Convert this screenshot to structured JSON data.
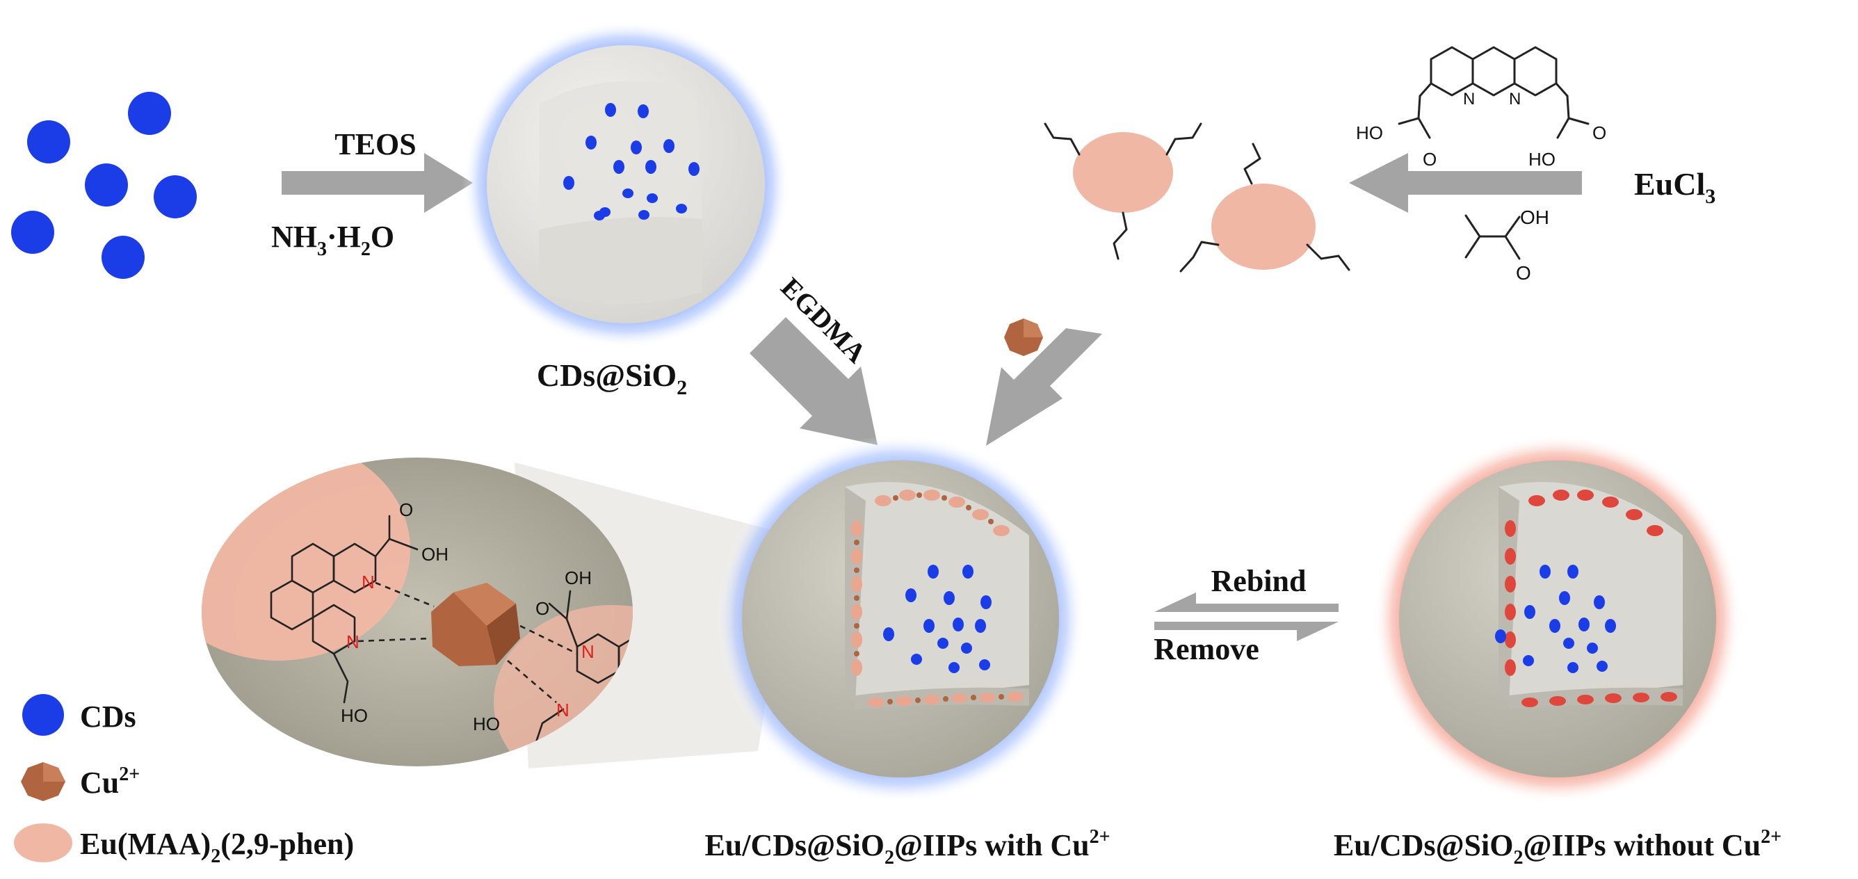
{
  "labels": {
    "teos": "TEOS",
    "nh3_a": "NH",
    "nh3_b": "3",
    "nh3_c": "·H",
    "nh3_d": "2",
    "nh3_e": "O",
    "cds_sio2_a": "CDs@SiO",
    "cds_sio2_b": "2",
    "egdma": "EGDMA",
    "eucl_a": "EuCl",
    "eucl_b": "3",
    "rebind": "Rebind",
    "remove": "Remove",
    "with_a": "Eu/CDs@SiO",
    "with_b": "2",
    "with_c": "@IIPs with Cu",
    "with_d": "2+",
    "without_a": "Eu/CDs@SiO",
    "without_b": "2",
    "without_c": "@IIPs without Cu",
    "without_d": "2+"
  },
  "legend": [
    {
      "text": "CDs",
      "sup": "",
      "sub": "",
      "tail": "",
      "color": "#1a3de8"
    },
    {
      "text": "Cu",
      "sup": "2+",
      "sub": "",
      "tail": "",
      "color": "#b0643f"
    },
    {
      "text": "Eu(MAA)",
      "sup": "",
      "sub": "2",
      "tail": "(2,9-phen)",
      "color": "#f0b7a4"
    }
  ],
  "chem_text": {
    "N": "N",
    "HO": "HO",
    "OH": "OH",
    "O": "O"
  },
  "colors": {
    "cd_blue": "#1a3de8",
    "cu_brown": "#b0643f",
    "eu_pink": "#f0b7a4",
    "glow_blue": "#8fb0ff",
    "glow_red": "#f38b76",
    "sphere_gray": "#cdcbc2",
    "arrow_gray": "#a4a4a4",
    "imprint_red": "#e0473c"
  }
}
